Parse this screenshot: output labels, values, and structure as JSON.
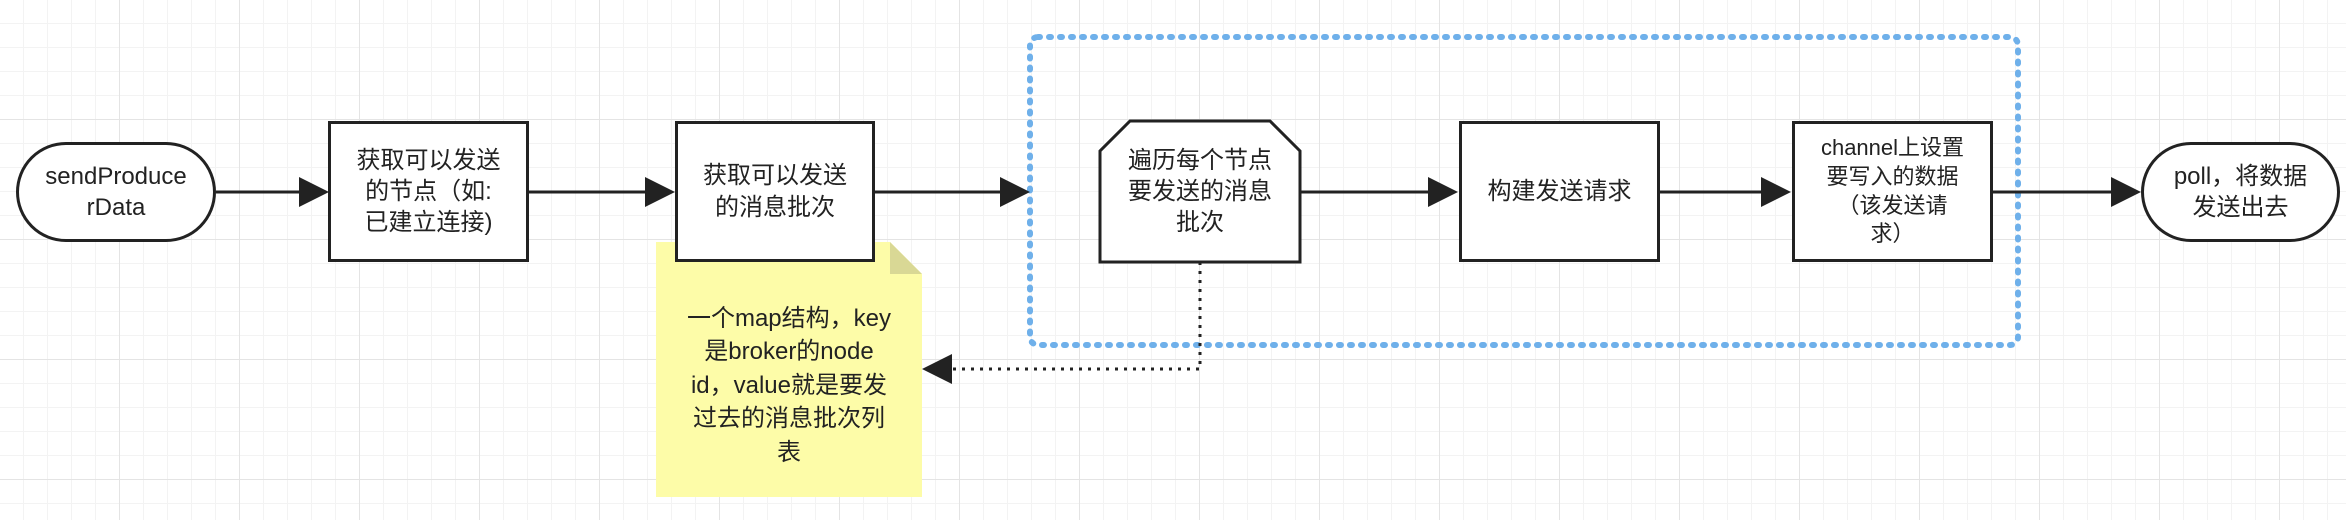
{
  "nodes": {
    "start": "sendProduce\nrData",
    "get_nodes": "获取可以发送\n的节点（如:\n已建立连接)",
    "get_batches": "获取可以发送\n的消息批次",
    "iterate": "遍历每个节点\n要发送的消息\n批次",
    "build_request": "构建发送请求",
    "channel": "channel上设置\n要写入的数据\n（该发送请\n求）",
    "poll": "poll，将数据\n发送出去"
  },
  "note": {
    "text": "一个map结构，key\n是broker的node\nid，value就是要发\n过去的消息批次列\n表"
  },
  "colors": {
    "stroke": "#222222",
    "group_border": "#6fb0ea",
    "note_fill": "#fdfca8",
    "note_fold": "#d9d895",
    "grid": "#e4e4e4"
  }
}
